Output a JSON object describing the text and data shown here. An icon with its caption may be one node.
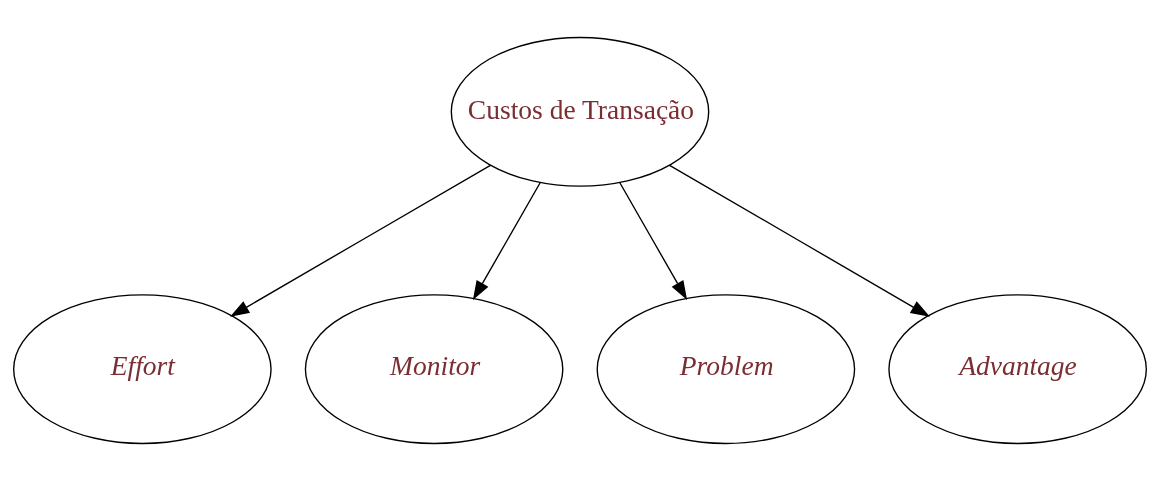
{
  "diagram": {
    "nodes": [
      {
        "text": [
          "Custos de Transação"
        ]
      },
      {
        "text": [
          "Effort"
        ]
      },
      {
        "text": [
          "Monitor"
        ]
      },
      {
        "text": [
          "Problem"
        ]
      },
      {
        "text": [
          "Advantage"
        ]
      }
    ],
    "edges": [
      {
        "from": 0,
        "to": 1,
        "arrow": "to"
      },
      {
        "from": 0,
        "to": 2,
        "arrow": "to"
      },
      {
        "from": 0,
        "to": 3,
        "arrow": "to"
      },
      {
        "from": 0,
        "to": 4,
        "arrow": "to"
      }
    ]
  }
}
